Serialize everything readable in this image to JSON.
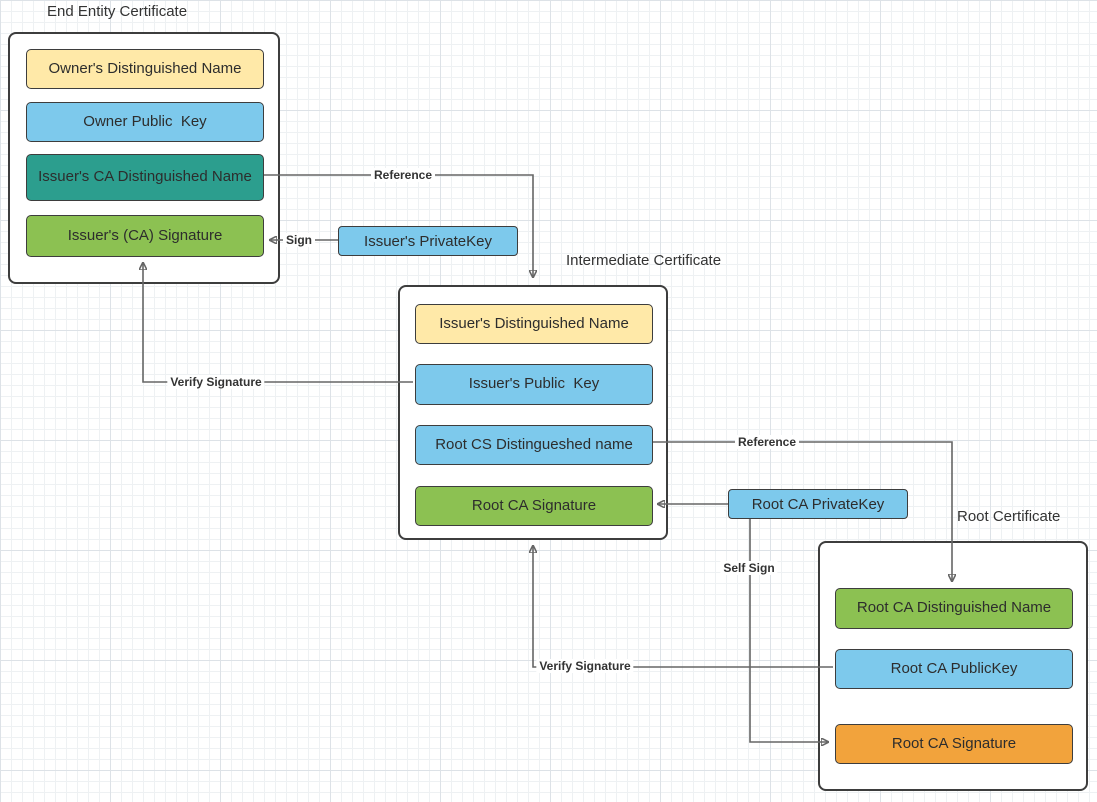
{
  "diagram": {
    "certificates": {
      "end_entity": {
        "title": "End Entity Certificate",
        "fields": [
          {
            "label": "Owner's Distinguished Name",
            "color": "#ffe9a8"
          },
          {
            "label": "Owner Public  Key",
            "color": "#7dc9ec"
          },
          {
            "label": "Issuer's CA Distinguished Name",
            "color": "#2c9e8e"
          },
          {
            "label": "Issuer's (CA) Signature",
            "color": "#8cc152"
          }
        ]
      },
      "intermediate": {
        "title": "Intermediate Certificate",
        "fields": [
          {
            "label": "Issuer's Distinguished Name",
            "color": "#ffe9a8"
          },
          {
            "label": "Issuer's Public  Key",
            "color": "#7dc9ec"
          },
          {
            "label": "Root CS Distingueshed name",
            "color": "#7dc9ec"
          },
          {
            "label": "Root CA Signature",
            "color": "#8cc152"
          }
        ]
      },
      "root": {
        "title": "Root Certificate",
        "fields": [
          {
            "label": "Root CA Distinguished Name",
            "color": "#8cc152"
          },
          {
            "label": "Root CA PublicKey",
            "color": "#7dc9ec"
          },
          {
            "label": "Root CA Signature",
            "color": "#f2a33c"
          }
        ]
      }
    },
    "keys": {
      "issuer_private_key": {
        "label": "Issuer's PrivateKey",
        "color": "#7dc9ec"
      },
      "root_private_key": {
        "label": "Root CA PrivateKey",
        "color": "#7dc9ec"
      }
    },
    "arrow_labels": {
      "reference_top": "Reference",
      "sign": "Sign",
      "verify_signature_left": "Verify Signature",
      "reference_right": "Reference",
      "self_sign": "Self Sign",
      "verify_signature_bottom": "Verify Signature"
    },
    "colors": {
      "arrow": "#666666",
      "border": "#3d3d3d",
      "grid_minor": "#eef1f3",
      "grid_major": "#dde2e7",
      "yellow": "#ffe9a8",
      "blue": "#7dc9ec",
      "teal": "#2c9e8e",
      "green": "#8cc152",
      "orange": "#f2a33c"
    }
  }
}
